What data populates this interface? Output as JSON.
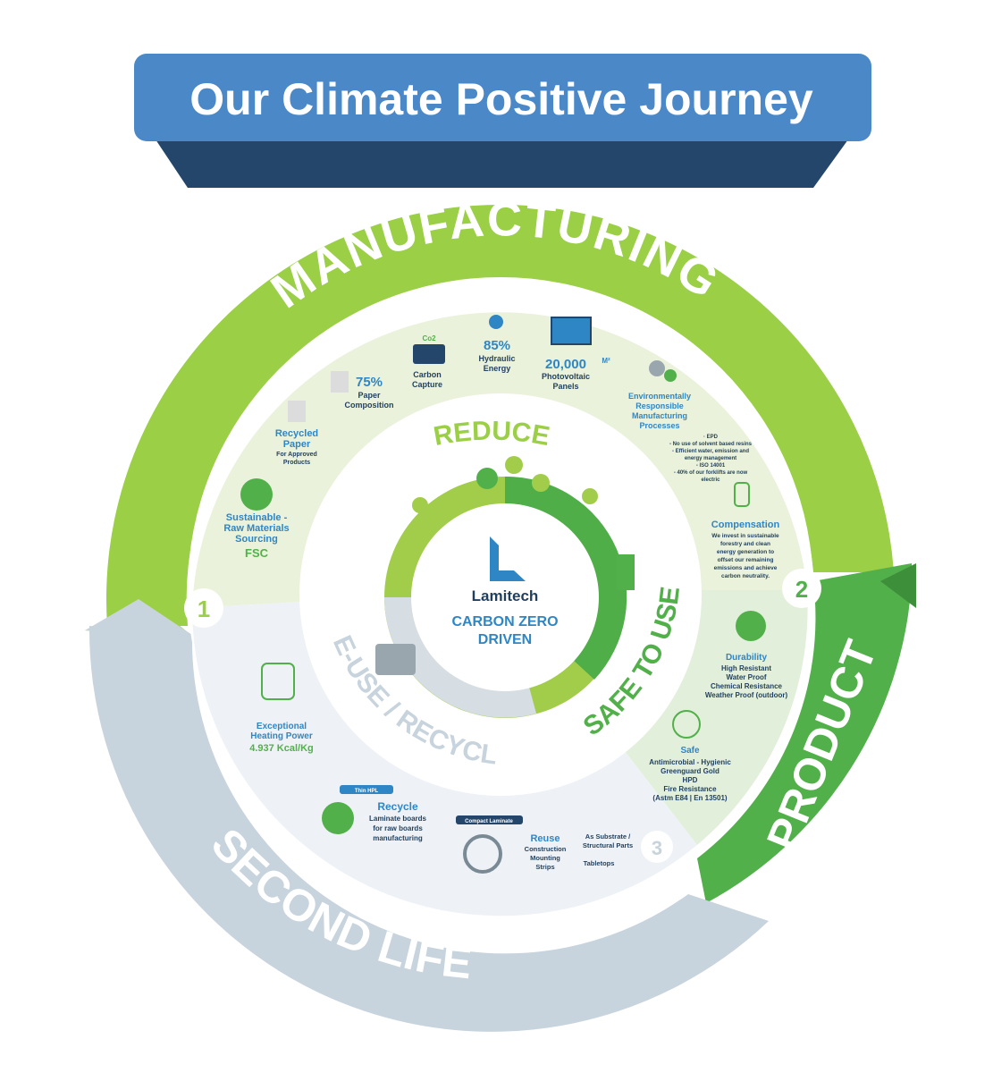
{
  "title": "Our Climate Positive Journey",
  "stages": {
    "manufacturing": "MANUFACTURING",
    "product": "PRODUCT",
    "second_life": "SECOND LIFE",
    "n1": "1",
    "n2": "2",
    "n3": "3"
  },
  "inner": {
    "reduce": "REDUCE",
    "safe_to_use": "SAFE TO USE",
    "reuse_recycle": "RE-USE / RECYCLE"
  },
  "center": {
    "brand": "Lamitech",
    "tag1": "CARBON ZERO",
    "tag2": "DRIVEN"
  },
  "manufacturing_items": {
    "fsc": {
      "l1": "Sustainable -",
      "l2": "Raw Materials",
      "l3": "Sourcing",
      "value": "FSC"
    },
    "recycled": {
      "l1": "Recycled",
      "l2": "Paper",
      "s1": "For Approved",
      "s2": "Products"
    },
    "paper": {
      "value": "75%",
      "l1": "Paper",
      "l2": "Composition"
    },
    "carbon": {
      "icon_label": "Co2",
      "l1": "Carbon",
      "l2": "Capture"
    },
    "hydraulic": {
      "value": "85%",
      "l1": "Hydraulic",
      "l2": "Energy"
    },
    "solar": {
      "value": "20,000",
      "unit": "M²",
      "l1": "Photovoltaic",
      "l2": "Panels"
    },
    "env": {
      "l1": "Environmentally",
      "l2": "Responsible",
      "l3": "Manufacturing",
      "l4": "Processes",
      "b1": "· EPD",
      "b2": "-  No use of solvent based resins",
      "b3": "-  Efficient water, emission and",
      "b4": "energy management",
      "b5": "-  ISO 14001",
      "b6": "-  40% of our forklifts are now",
      "b7": "electric"
    },
    "comp": {
      "title": "Compensation",
      "l1": "We invest in sustainable",
      "l2": "forestry and clean",
      "l3": "energy generation to",
      "l4": "offset our remaining",
      "l5": "emissions and achieve",
      "l6": "carbon neutrality."
    }
  },
  "product_items": {
    "durability": {
      "title": "Durability",
      "l1": "High Resistant",
      "l2": "Water Proof",
      "l3": "Chemical Resistance",
      "l4": "Weather Proof (outdoor)"
    },
    "safe": {
      "title": "Safe",
      "l1": "Antimicrobial - Hygienic",
      "l2": "Greenguard Gold",
      "l3": "HPD",
      "l4": "Fire Resistance",
      "l5": "(Astm E84 | En 13501)"
    }
  },
  "second_life_items": {
    "heat": {
      "l1": "Exceptional",
      "l2": "Heating Power",
      "value": "4.937 Kcal/Kg"
    },
    "recycle": {
      "tag": "Thin HPL",
      "title": "Recycle",
      "l1": "Laminate boards",
      "l2": "for raw boards",
      "l3": "manufacturing"
    },
    "reuse": {
      "tag": "Compact Laminate",
      "title": "Reuse",
      "l1": "Construction",
      "l2": "Mounting",
      "l3": "Strips",
      "r1": "As Substrate /",
      "r2": "Structural Parts",
      "r3": "Tabletops"
    }
  },
  "colors": {
    "banner": "#4a88c7",
    "banner_dark": "#244d73",
    "green": "#9bcf46",
    "green_dark": "#52b04a",
    "grey": "#c7d3dd",
    "text_blue": "#2f86c5"
  }
}
